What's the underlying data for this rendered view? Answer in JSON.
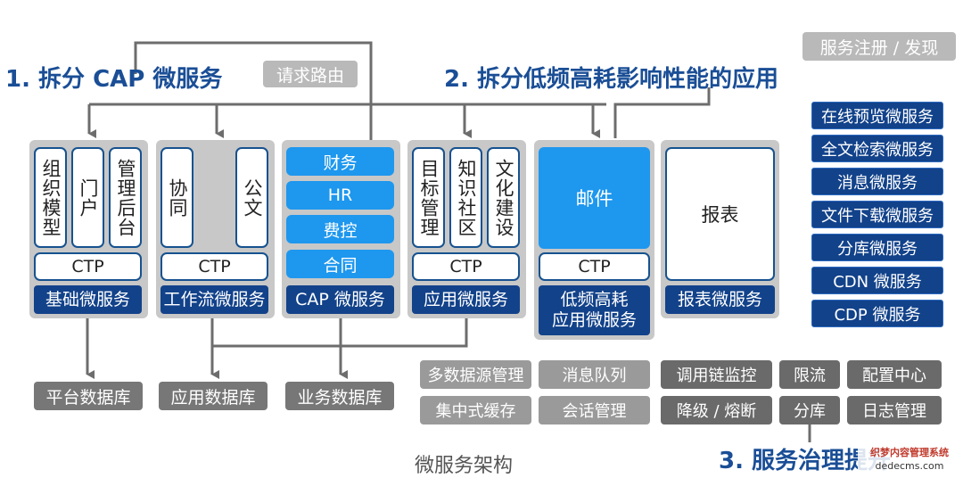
{
  "headings": {
    "h1": "1. 拆分 CAP 微服务",
    "h2": "2. 拆分低频高耗影响性能的应用",
    "h3": "3. 服务治理提升"
  },
  "request_routing": "请求路由",
  "service_registry": "服务注册 / 发现",
  "ctp": "CTP",
  "groups": {
    "basic": {
      "cards": [
        "组织模型",
        "门户",
        "管理后台"
      ],
      "label": "基础微服务"
    },
    "workflow": {
      "cards": [
        "协同",
        "公文"
      ],
      "label": "工作流微服务"
    },
    "cap": {
      "items": [
        "财务",
        "HR",
        "费控",
        "合同"
      ],
      "label": "CAP 微服务"
    },
    "app": {
      "cards": [
        "目标管理",
        "知识社区",
        "文化建设"
      ],
      "label": "应用微服务"
    },
    "lowfreq": {
      "card": "邮件",
      "label_line1": "低频高耗",
      "label_line2": "应用微服务"
    },
    "report": {
      "card": "报表",
      "label": "报表微服务"
    }
  },
  "databases": [
    "平台数据库",
    "应用数据库",
    "业务数据库"
  ],
  "infra_light": [
    "多数据源管理",
    "消息队列",
    "集中式缓存",
    "会话管理"
  ],
  "infra_dark": [
    "调用链监控",
    "限流",
    "配置中心",
    "降级 / 熔断",
    "分库",
    "日志管理"
  ],
  "side_services": [
    "在线预览微服务",
    "全文检索微服务",
    "消息微服务",
    "文件下载微服务",
    "分库微服务",
    "CDN 微服务",
    "CDP 微服务"
  ],
  "caption": "微服务架构",
  "watermark": {
    "line1": "织梦内容管理系统",
    "line2": "dedecms.com"
  },
  "colors": {
    "navy": "#12428a",
    "blue": "#1e97ee",
    "heading": "#1a4e96",
    "gray": "#c8c8c8"
  }
}
